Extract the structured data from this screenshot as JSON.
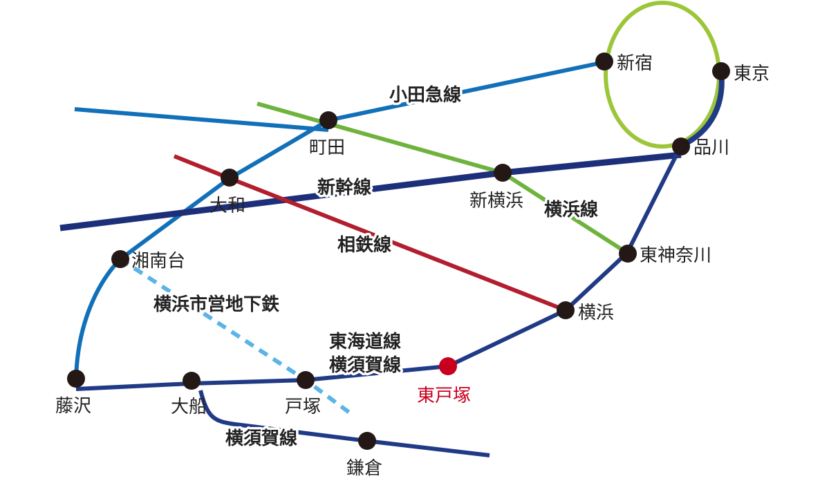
{
  "colors": {
    "odakyu": "#1270b8",
    "yokohama_line": "#6fb33e",
    "yamanote": "#9cc63a",
    "shinkansen": "#1d2f79",
    "jr_tokaido": "#213a86",
    "sotetsu": "#b21e2d",
    "subway": "#5ab4e5",
    "station": "#231815",
    "highlight": "#c8001e"
  },
  "stations": {
    "shinjuku": "新宿",
    "tokyo": "東京",
    "machida": "町田",
    "shinagawa": "品川",
    "yamato": "大和",
    "shin_yokohama": "新横浜",
    "shonandai": "湘南台",
    "higashi_kanagawa": "東神奈川",
    "yokohama": "横浜",
    "higashi_totsuka": "東戸塚",
    "fujisawa": "藤沢",
    "ofuna": "大船",
    "totsuka": "戸塚",
    "kamakura": "鎌倉"
  },
  "lines": {
    "odakyu": "小田急線",
    "shinkansen": "新幹線",
    "yokohama_line": "横浜線",
    "sotetsu": "相鉄線",
    "subway": "横浜市営地下鉄",
    "tokaido": "東海道線",
    "yokosuka_main": "横須賀線",
    "yokosuka_branch": "横須賀線"
  }
}
